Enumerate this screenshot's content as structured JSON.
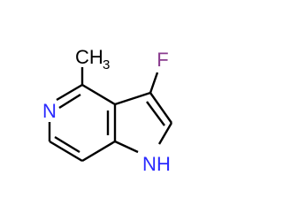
{
  "molecule": {
    "atoms": {
      "nitrogen_pyridine": {
        "symbol": "N",
        "color": "#2a2aff"
      },
      "nitrogen_pyrrole": {
        "symbol": "N",
        "suffix": "H",
        "color": "#2a2aff"
      },
      "fluorine": {
        "symbol": "F",
        "color": "#8a3c8f"
      },
      "methyl": {
        "symbol": "CH",
        "subscript": "3",
        "color": "#000000"
      }
    },
    "colors": {
      "bond": "#000000",
      "nitrogen": "#2a2aff",
      "fluorine": "#8a3c8f",
      "carbon": "#000000"
    }
  }
}
